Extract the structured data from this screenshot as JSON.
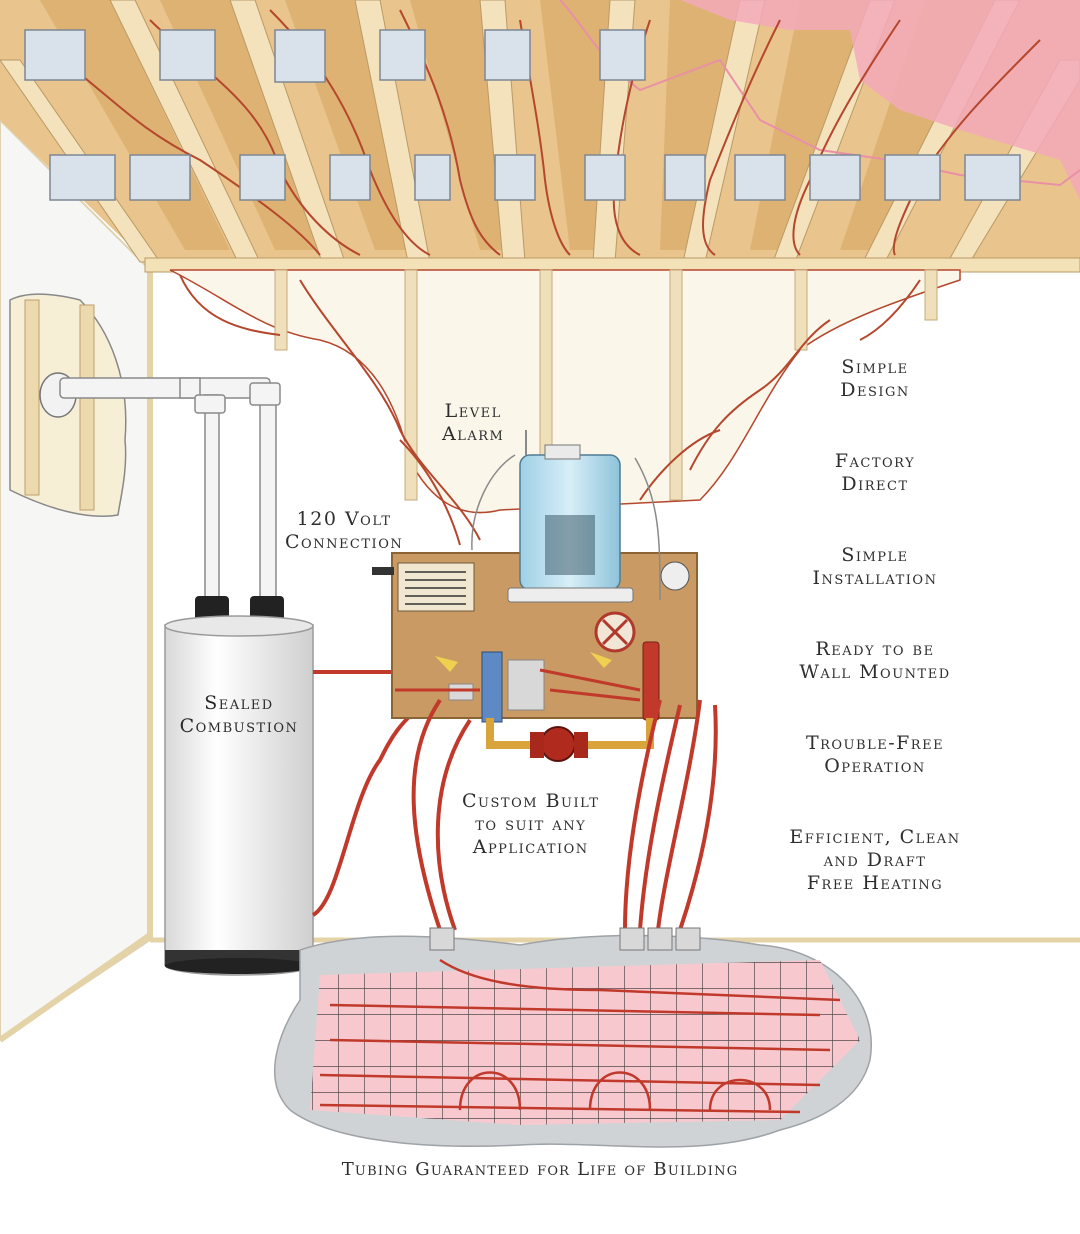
{
  "labels": {
    "level_alarm": [
      "Level",
      "Alarm"
    ],
    "volt_connection": [
      "120 Volt",
      "Connection"
    ],
    "sealed_combustion": [
      "Sealed",
      "Combustion"
    ],
    "custom_built": [
      "Custom Built",
      "to suit any",
      "Application"
    ],
    "features": [
      [
        "Simple",
        "Design"
      ],
      [
        "Factory",
        "Direct"
      ],
      [
        "Simple",
        "Installation"
      ],
      [
        "Ready to be",
        "Wall Mounted"
      ],
      [
        "Trouble-Free",
        "Operation"
      ],
      [
        "Efficient, Clean",
        "and Draft",
        "Free Heating"
      ]
    ],
    "tubing_guarantee": "Tubing Guaranteed for Life of Building"
  },
  "colors": {
    "wood": "#e8d3a3",
    "wood_dark": "#cdb07a",
    "tubing": "#c0392b",
    "insulation": "#f2a0b5",
    "panel": "#c99a63",
    "slab": "#cfd3d6",
    "mesh_fill": "#f7c9cf",
    "tank": "#f2f2f2"
  }
}
